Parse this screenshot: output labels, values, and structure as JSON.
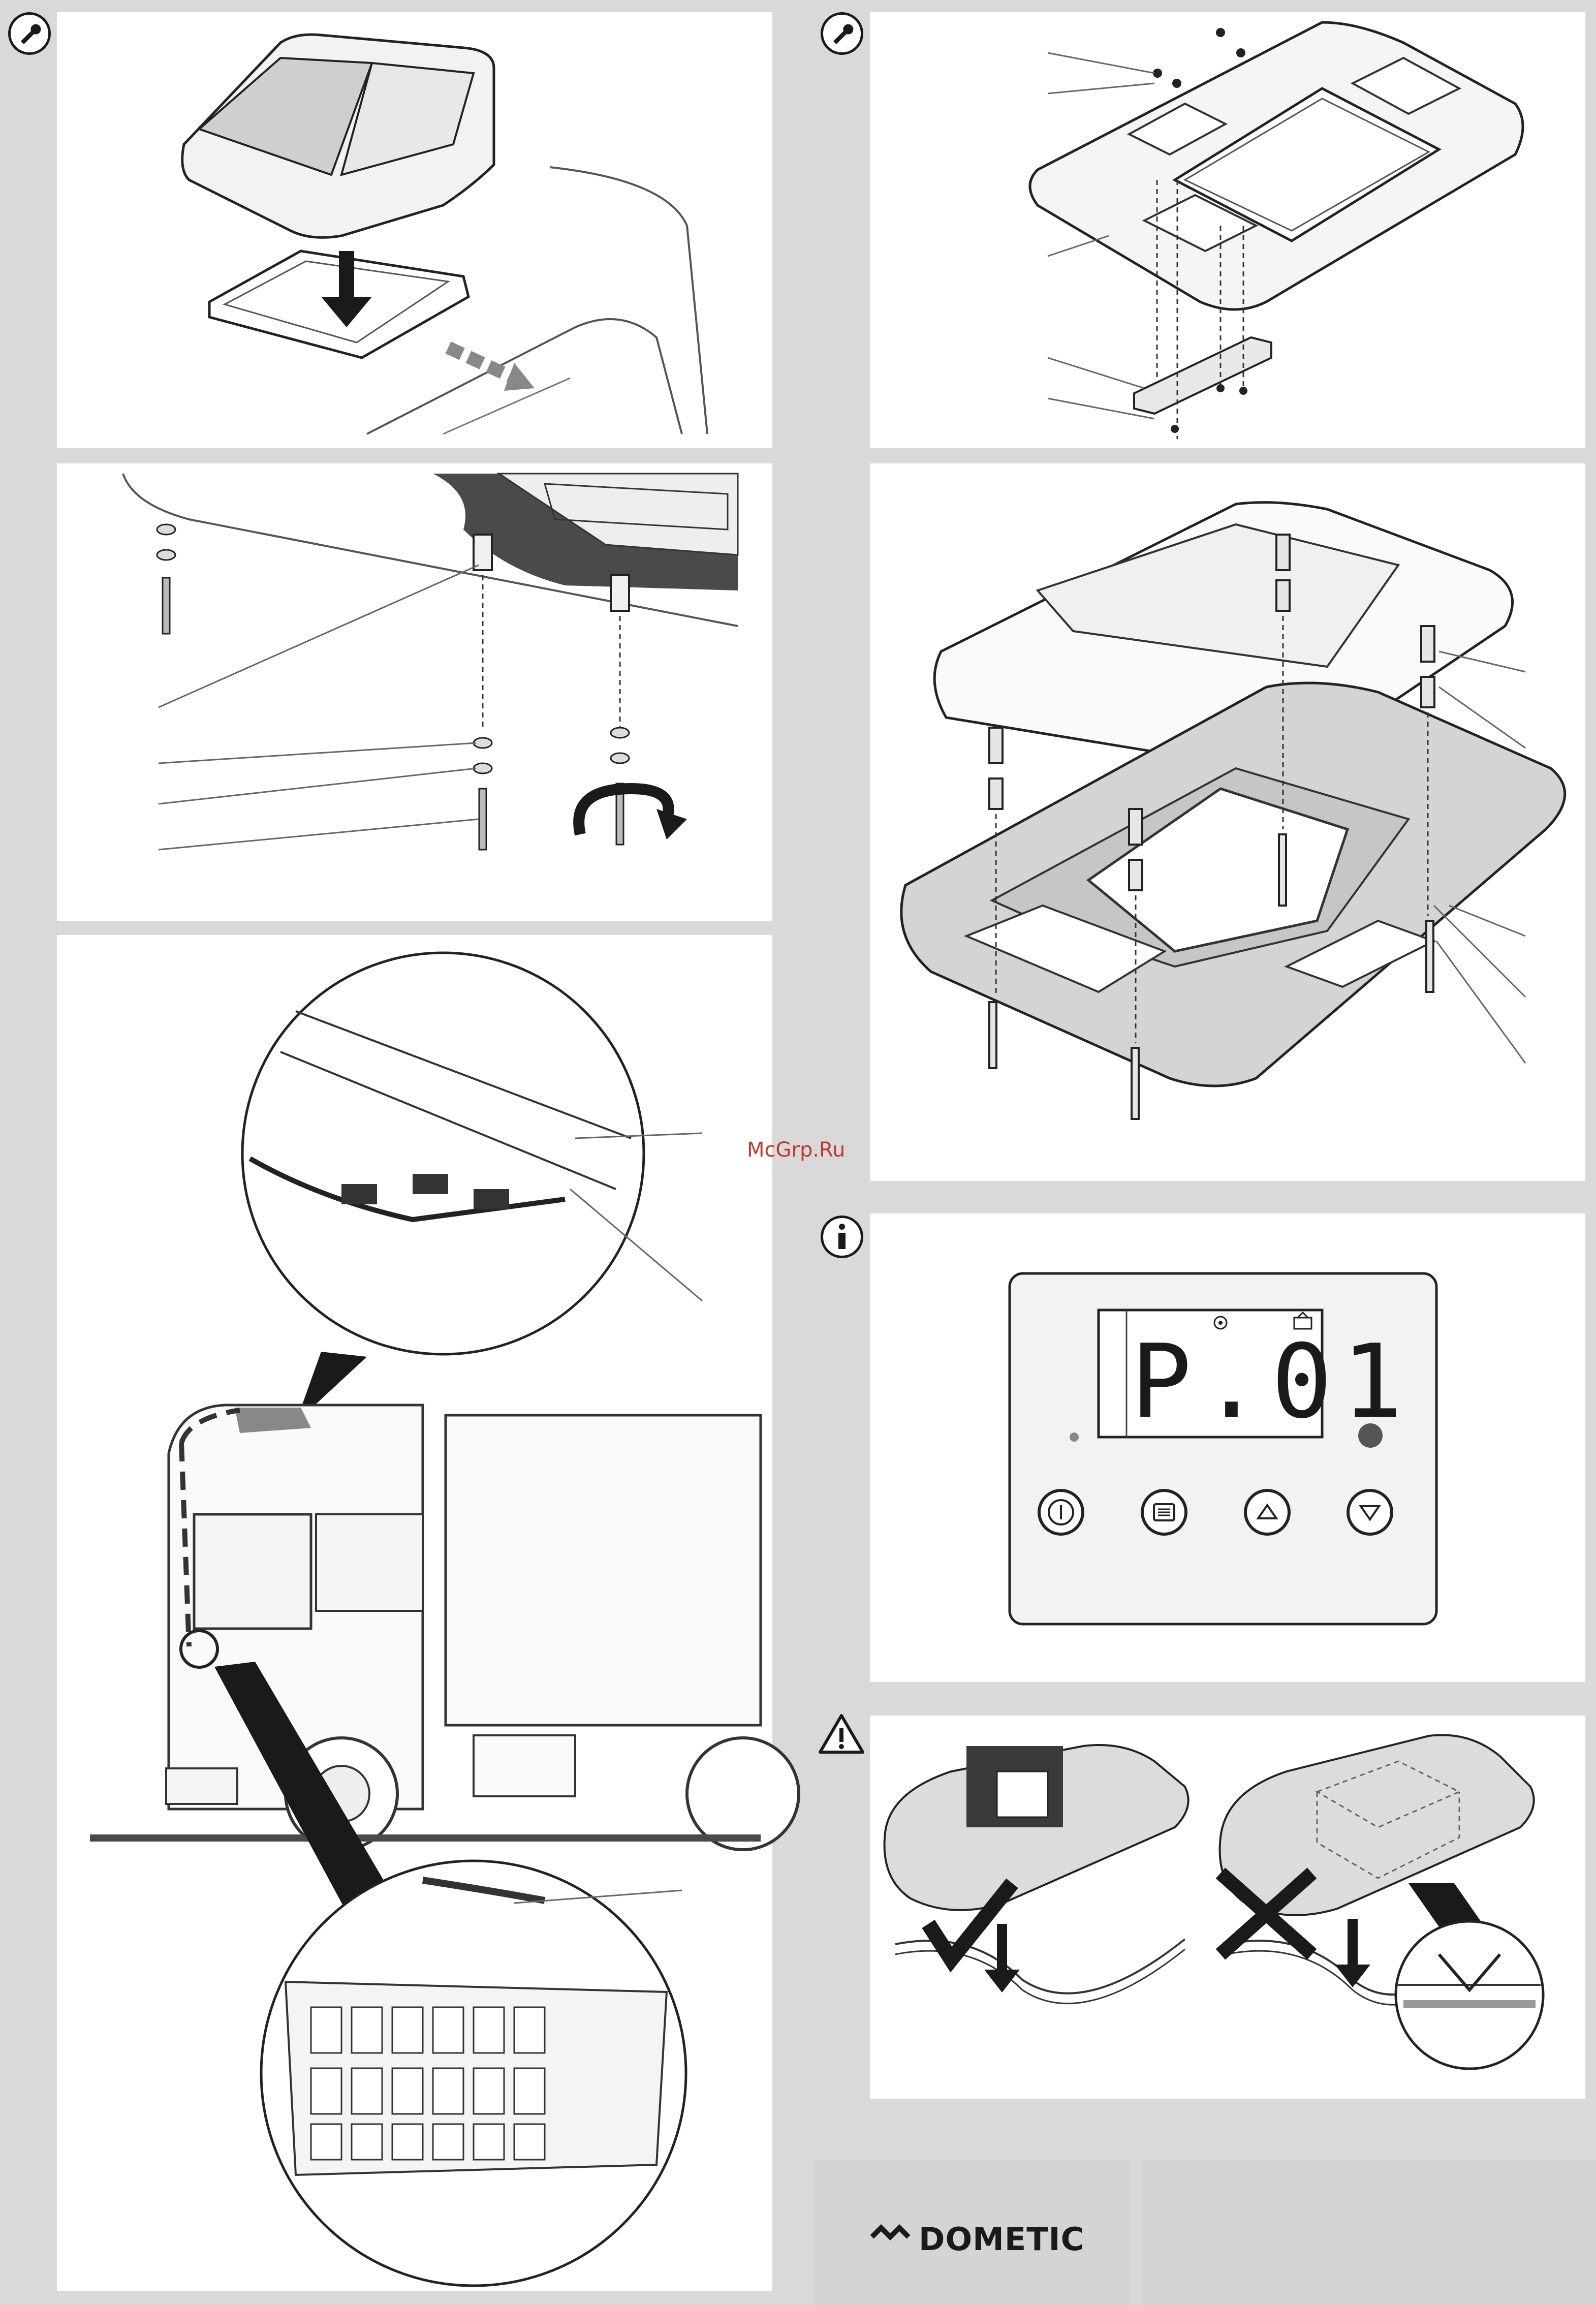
{
  "watermark": "McGrp.Ru",
  "display": {
    "code": "P.01"
  },
  "brand": {
    "name": "DOMETIC"
  },
  "icons": {
    "wrench": "wrench-icon",
    "info": "info-icon",
    "warning": "warning-icon",
    "power": "power-icon",
    "menu": "menu-icon",
    "up": "arrow-up-icon",
    "down": "arrow-down-icon",
    "fan": "fan-icon",
    "cool": "cool-mode-icon",
    "check": "checkmark-icon",
    "cross": "cross-icon",
    "logo": "dometic-logo-icon"
  },
  "colors": {
    "page_bg": "#d9d9d9",
    "panel_bg": "#ffffff",
    "ink": "#1a1a1a",
    "watermark": "#c0392b"
  }
}
